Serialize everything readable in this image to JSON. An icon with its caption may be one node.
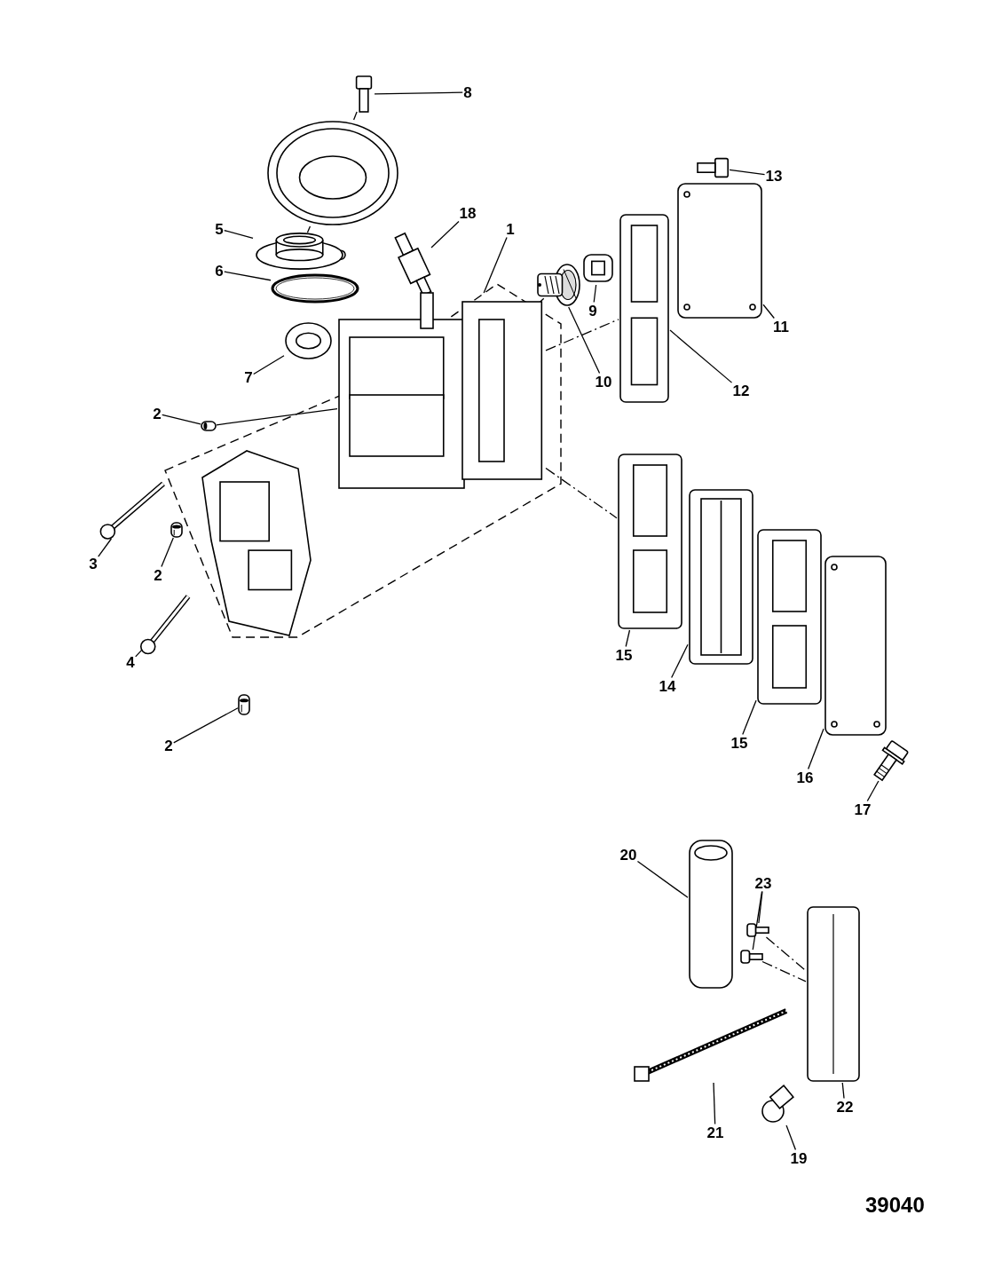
{
  "diagram": {
    "nodes": [
      {
        "text": [
          "8"
        ]
      },
      {
        "text": [],
        "shape": "picture"
      },
      {
        "text": [],
        "shape": "picture"
      },
      {
        "text": [
          "5"
        ]
      },
      {
        "text": [],
        "shape": "picture"
      },
      {
        "text": [
          "6"
        ]
      },
      {
        "text": [],
        "shape": "picture"
      },
      {
        "text": [
          "7"
        ]
      },
      {
        "text": [],
        "shape": "picture"
      },
      {
        "text": [
          "18"
        ]
      },
      {
        "text": [],
        "shape": "picture"
      },
      {
        "text": [
          "1"
        ]
      },
      {
        "text": [],
        "shape": "picture"
      },
      {
        "text": [
          "9"
        ]
      },
      {
        "text": [],
        "shape": "picture"
      },
      {
        "text": [
          "10"
        ]
      },
      {
        "text": [],
        "shape": "picture"
      },
      {
        "text": [
          "13"
        ]
      },
      {
        "text": [],
        "shape": "picture"
      },
      {
        "text": [
          "11"
        ]
      },
      {
        "text": [],
        "shape": "picture"
      },
      {
        "text": [
          "12"
        ]
      },
      {
        "text": [],
        "shape": "picture"
      },
      {
        "text": [
          "2"
        ]
      },
      {
        "text": [],
        "shape": "picture"
      },
      {
        "text": [
          "3"
        ]
      },
      {
        "text": [],
        "shape": "picture"
      },
      {
        "text": [
          "2"
        ]
      },
      {
        "text": [],
        "shape": "picture"
      },
      {
        "text": [],
        "shape": "picture"
      },
      {
        "text": [
          "4"
        ]
      },
      {
        "text": [],
        "shape": "picture"
      },
      {
        "text": [
          "2"
        ]
      },
      {
        "text": [],
        "shape": "picture"
      },
      {
        "text": [
          "15"
        ]
      },
      {
        "text": [],
        "shape": "picture"
      },
      {
        "text": [
          "14"
        ]
      },
      {
        "text": [],
        "shape": "picture"
      },
      {
        "text": [
          "15"
        ]
      },
      {
        "text": [],
        "shape": "picture"
      },
      {
        "text": [
          "16"
        ]
      },
      {
        "text": [],
        "shape": "picture"
      },
      {
        "text": [
          "17"
        ]
      },
      {
        "text": [],
        "shape": "picture"
      },
      {
        "text": [
          "20"
        ]
      },
      {
        "text": [],
        "shape": "picture"
      },
      {
        "text": [
          "23"
        ]
      },
      {
        "text": [],
        "shape": "picture"
      },
      {
        "text": [],
        "shape": "picture"
      },
      {
        "text": [],
        "shape": "picture"
      },
      {
        "text": [
          "21"
        ]
      },
      {
        "text": [],
        "shape": "picture"
      },
      {
        "text": [
          "22"
        ]
      },
      {
        "text": [
          "19"
        ]
      },
      {
        "text": [],
        "shape": "picture"
      }
    ],
    "edges": [
      {
        "from": 0,
        "to": 1,
        "arrow": "none"
      },
      {
        "from": 1,
        "to": 2,
        "arrow": "none",
        "style": "dashed"
      },
      {
        "from": 2,
        "to": 4,
        "arrow": "none",
        "style": "dashed"
      },
      {
        "from": 3,
        "to": 4,
        "arrow": "none"
      },
      {
        "from": 5,
        "to": 6,
        "arrow": "none"
      },
      {
        "from": 7,
        "to": 8,
        "arrow": "none"
      },
      {
        "from": 9,
        "to": 10,
        "arrow": "none"
      },
      {
        "from": 11,
        "to": 12,
        "arrow": "none"
      },
      {
        "from": 13,
        "to": 14,
        "arrow": "none"
      },
      {
        "from": 15,
        "to": 16,
        "arrow": "none"
      },
      {
        "from": 16,
        "to": 12,
        "arrow": "none",
        "style": "dashed"
      },
      {
        "from": 17,
        "to": 18,
        "arrow": "none"
      },
      {
        "from": 19,
        "to": 20,
        "arrow": "none"
      },
      {
        "from": 21,
        "to": 22,
        "arrow": "none"
      },
      {
        "from": 12,
        "to": 22,
        "arrow": "none",
        "style": "dashed"
      },
      {
        "from": 23,
        "to": 24,
        "arrow": "none"
      },
      {
        "from": 24,
        "to": 12,
        "arrow": "none"
      },
      {
        "from": 25,
        "to": 26,
        "arrow": "none"
      },
      {
        "from": 27,
        "to": 28,
        "arrow": "none"
      },
      {
        "from": 30,
        "to": 31,
        "arrow": "none"
      },
      {
        "from": 32,
        "to": 33,
        "arrow": "none"
      },
      {
        "from": 34,
        "to": 35,
        "arrow": "none"
      },
      {
        "from": 12,
        "to": 35,
        "arrow": "none",
        "style": "dashed"
      },
      {
        "from": 36,
        "to": 37,
        "arrow": "none"
      },
      {
        "from": 38,
        "to": 39,
        "arrow": "none"
      },
      {
        "from": 40,
        "to": 41,
        "arrow": "none"
      },
      {
        "from": 42,
        "to": 43,
        "arrow": "none"
      },
      {
        "from": 44,
        "to": 45,
        "arrow": "none"
      },
      {
        "from": 46,
        "to": 47,
        "arrow": "none"
      },
      {
        "from": 46,
        "to": 48,
        "arrow": "none"
      },
      {
        "from": 47,
        "to": 49,
        "arrow": "none",
        "style": "dashed"
      },
      {
        "from": 48,
        "to": 49,
        "arrow": "none",
        "style": "dashed"
      },
      {
        "from": 50,
        "to": 51,
        "arrow": "none"
      },
      {
        "from": 52,
        "to": 49,
        "arrow": "none"
      },
      {
        "from": 53,
        "to": 54,
        "arrow": "none"
      }
    ],
    "labels": [
      "39040"
    ]
  }
}
